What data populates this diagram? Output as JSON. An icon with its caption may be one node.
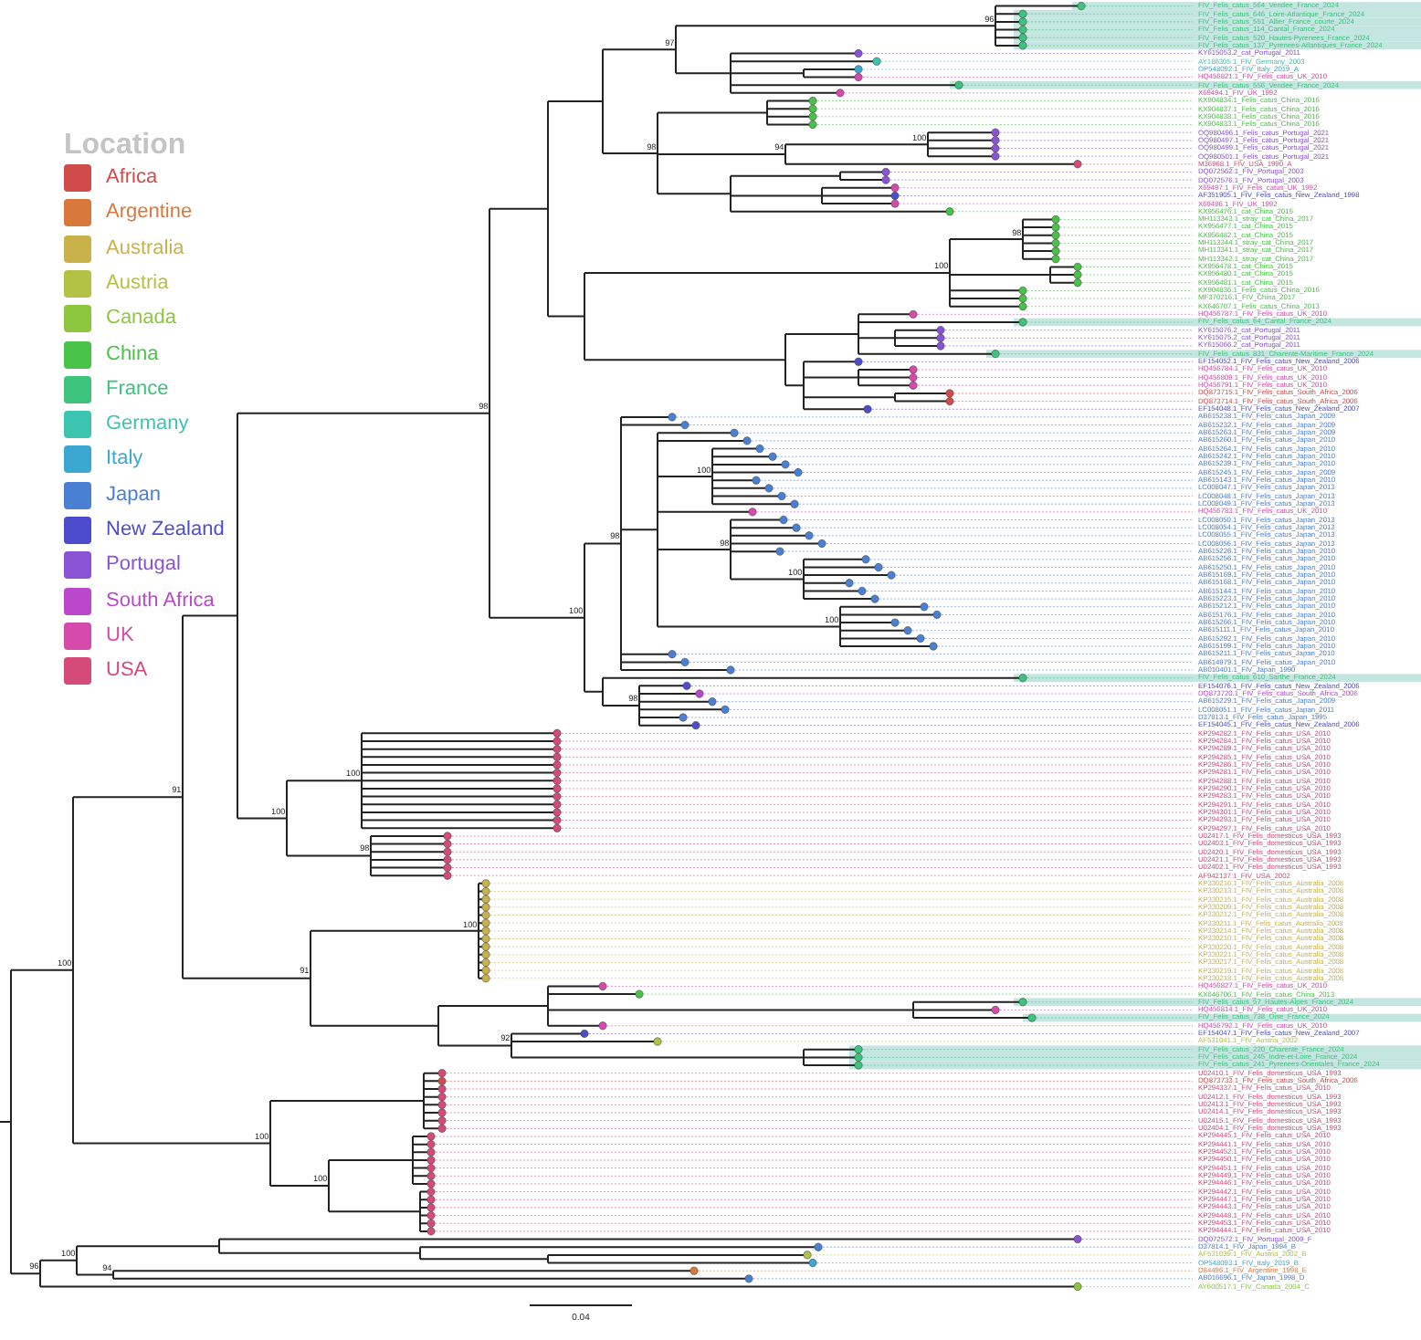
{
  "diagram": {
    "labels": [
      "Location",
      "100",
      "91",
      "98",
      "97",
      "96",
      "98",
      "94",
      "100",
      "100",
      "98",
      "100",
      "98",
      "100",
      "98",
      "100",
      "100",
      "98",
      "100",
      "100",
      "98",
      "91",
      "100",
      "92",
      "100",
      "100",
      "96",
      "100",
      "94",
      "FIV_Felis_catus_564_Vendee_France_2024",
      "FIV_Felis_catus_646_Loire-Atlantique_France_2024",
      "FIV_Felis_catus_551_Allier_France_courte_2024",
      "FIV_Felis_catus_114_Cantal_France_2024",
      "FIV_Felis_catus_520_Hautes-Pyrenees_France_2024",
      "FIV_Felis_catus_137_Pyrenees-Atlantiques_France_2024",
      "KY615053.2_cat_Portugal_2011",
      "AY186305.1_FIV_Germany_2003",
      "OP548092.1_FIV_Italy_2019_A",
      "HQ456821.1_FIV_Felis_catus_UK_2010",
      "FIV_Felis_catus_556_Vendee_France_2024",
      "X69494.1_FIV_UK_1992",
      "KX904834.1_Felis_catus_China_2016",
      "KX904837.1_Felis_catus_China_2016",
      "KX904838.1_Felis_catus_China_2016",
      "KX904833.1_Felis_catus_China_2016",
      "OQ980496.1_Felis_catus_Portugal_2021",
      "OQ980497.1_Felis_catus_Portugal_2021",
      "OQ980499.1_Felis_catus_Portugal_2021",
      "OQ980501.1_Felis_catus_Portugal_2021",
      "M36968.1_FIV_USA_1990_A",
      "DQ072562.1_FIV_Portugal_2003",
      "DQ072576.1_FIV_Portugal_2003",
      "X69497.1_FIV_Felis_catus_UK_1992",
      "AF351905.1_FIV_Felis_catus_New_Zealand_1998",
      "X69496.1_FIV_UK_1992",
      "KX956476.1_cat_China_2015",
      "MH113343.1_stray_cat_China_2017",
      "KX956477.1_cat_China_2015",
      "KX956482.1_cat_China_2015",
      "MH113344.1_stray_cat_China_2017",
      "MH113341.1_stray_cat_China_2017",
      "MH113342.1_stray_cat_China_2017",
      "KX956478.1_cat_China_2015",
      "KX956480.1_cat_China_2015",
      "KX956481.1_cat_China_2015",
      "KX904836.1_Felis_catus_China_2016",
      "MF370216.1_FIV_China_2017",
      "KX646707.1_Felis_catus_China_2013",
      "HQ456787.1_FIV_Felis_catus_UK_2010",
      "FIV_Felis_catus_64_Cantal_France_2024",
      "KY615076.2_cat_Portugal_2011",
      "KY615075.2_cat_Portugal_2011",
      "KY615066.2_cat_Portugal_2011",
      "FIV_Felis_catus_831_Charente-Maritime_France_2024",
      "EF154052.1_FIV_Felis_catus_New_Zealand_2006",
      "HQ456784.1_FIV_Felis_catus_UK_2010",
      "HQ456809.1_FIV_Felis_catus_UK_2010",
      "HQ456791.1_FIV_Felis_catus_UK_2010",
      "DQ873715.1_FIV_Felis_catus_South_Africa_2006",
      "DQ873714.1_FIV_Felis_catus_South_Africa_2006",
      "EF154048.1_FIV_Felis_catus_New_Zealand_2007",
      "AB615238.1_FIV_Felis_catus_Japan_2009",
      "AB615232.1_FIV_Felis_catus_Japan_2009",
      "AB615263.1_FIV_Felis_catus_Japan_2009",
      "AB615260.1_FIV_Felis_catus_Japan_2010",
      "AB615264.1_FIV_Felis_catus_Japan_2010",
      "AB615242.1_FIV_Felis_catus_Japan_2010",
      "AB615239.1_FIV_Felis_catus_Japan_2010",
      "AB615245.1_FIV_Felis_catus_Japan_2009",
      "AB615143.1_FIV_Felis_catus_Japan_2010",
      "LC008047.1_FIV_Felis_catus_Japan_2013",
      "LC008048.1_FIV_Felis_catus_Japan_2013",
      "LC008049.1_FIV_Felis_catus_Japan_2013",
      "HQ456783.1_FIV_Felis_catus_UK_2010",
      "LC008050.1_FIV_Felis_catus_Japan_2013",
      "LC008054.1_FIV_Felis_catus_Japan_2013",
      "LC008055.1_FIV_Felis_catus_Japan_2013",
      "LC008056.1_FIV_Felis_catus_Japan_2013",
      "AB615226.1_FIV_Felis_catus_Japan_2010",
      "AB615256.1_FIV_Felis_catus_Japan_2010",
      "AB615250.1_FIV_Felis_catus_Japan_2010",
      "AB615169.1_FIV_Felis_catus_Japan_2010",
      "AB615168.1_FIV_Felis_catus_Japan_2010",
      "AB615144.1_FIV_Felis_catus_Japan_2010",
      "AB615223.1_FIV_Felis_catus_Japan_2010",
      "AB615212.1_FIV_Felis_catus_Japan_2010",
      "AB615176.1_FIV_Felis_catus_Japan_2010",
      "AB615266.1_FIV_Felis_catus_Japan_2010",
      "AB615111.1_FIV_Felis_catus_Japan_2010",
      "AB615292.1_FIV_Felis_catus_Japan_2010",
      "AB615199.1_FIV_Felis_catus_Japan_2010",
      "AB615211.1_FIV_Felis_catus_Japan_2010",
      "AB614979.1_FIV_Felis_catus_Japan_2010",
      "AB010401.1_FIV_Japan_1990",
      "FIV_Felis_catus_610_Sarthe_France_2024",
      "EF154076.1_FIV_Felis_catus_New_Zealand_2006",
      "DQ873720.1_FIV_Felis_catus_South_Africa_2006",
      "AB615229.1_FIV_Felis_catus_Japan_2009",
      "LC008051.1_FIV_Felis_catus_Japan_2011",
      "D37813.1_FIV_Felis_catus_Japan_1995",
      "EF154045.1_FIV_Felis_catus_New_Zealand_2006",
      "KP294282.1_FIV_Felis_catus_USA_2010",
      "KP294284.1_FIV_Felis_catus_USA_2010",
      "KP294289.1_FIV_Felis_catus_USA_2010",
      "KP294285.1_FIV_Felis_catus_USA_2010",
      "KP294286.1_FIV_Felis_catus_USA_2010",
      "KP294281.1_FIV_Felis_catus_USA_2010",
      "KP294288.1_FIV_Felis_catus_USA_2010",
      "KP294290.1_FIV_Felis_catus_USA_2010",
      "KP294283.1_FIV_Felis_catus_USA_2010",
      "KP294291.1_FIV_Felis_catus_USA_2010",
      "KP294301.1_FIV_Felis_catus_USA_2010",
      "KP294293.1_FIV_Felis_catus_USA_2010",
      "KP294297.1_FIV_Felis_catus_USA_2010",
      "U02417.1_FIV_Felis_domesticus_USA_1993",
      "U02403.1_FIV_Felis_domesticus_USA_1993",
      "U02420.1_FIV_Felis_domesticus_USA_1993",
      "U02421.1_FIV_Felis_domesticus_USA_1993",
      "U02402.1_FIV_Felis_domesticus_USA_1993",
      "AF942137.1_FIV_USA_2002",
      "KP330216.1_FIV_Felis_catus_Australia_2008",
      "KP330213.1_FIV_Felis_catus_Australia_2008",
      "KP330215.1_FIV_Felis_catus_Australia_2008",
      "KP330209.1_FIV_Felis_catus_Australia_2008",
      "KP330212.1_FIV_Felis_catus_Australia_2008",
      "KP330211.1_FIV_Felis_catus_Australia_2008",
      "KP330214.1_FIV_Felis_catus_Australia_2008",
      "KP330210.1_FIV_Felis_catus_Australia_2008",
      "KP330220.1_FIV_Felis_catus_Australia_2008",
      "KP330221.1_FIV_Felis_catus_Australia_2008",
      "KP330217.1_FIV_Felis_catus_Australia_2008",
      "KP330219.1_FIV_Felis_catus_Australia_2008",
      "KP330218.1_FIV_Felis_catus_Australia_2008",
      "HQ456827.1_FIV_Felis_catus_UK_2010",
      "KX646706.1_FIV_Felis_catus_China_2013",
      "FIV_Felis_catus_57_Hautes-Alpes_France_2024",
      "HQ456814.1_FIV_Felis_catus_UK_2010",
      "FIV_Felis_catus_738_Oise_France_2024",
      "HQ456792.1_FIV_Felis_catus_UK_2010",
      "EF154047.1_FIV_Felis_catus_New_Zealand_2007",
      "AF531041.1_FIV_Austria_2002",
      "FIV_Felis_catus_220_Charente_France_2024",
      "FIV_Felis_catus_245_Indre-et-Loire_France_2024",
      "FIV_Felis_catus_241_Pyrenees-Orientales_France_2024",
      "U02410.1_FIV_Felis_domesticus_USA_1993",
      "DQ873733.1_FIV_Felis_catus_South_Africa_2006",
      "KP294337.1_FIV_Felis_catus_USA_2010",
      "U02412.1_FIV_Felis_domesticus_USA_1993",
      "U02413.1_FIV_Felis_domesticus_USA_1993",
      "U02414.1_FIV_Felis_domesticus_USA_1993",
      "U02415.1_FIV_Felis_domesticus_USA_1993",
      "U02404.1_FIV_Felis_domesticus_USA_1993",
      "KP294445.1_FIV_Felis_catus_USA_2010",
      "KP294441.1_FIV_Felis_catus_USA_2010",
      "KP294452.1_FIV_Felis_catus_USA_2010",
      "KP294450.1_FIV_Felis_catus_USA_2010",
      "KP294451.1_FIV_Felis_catus_USA_2010",
      "KP294449.1_FIV_Felis_catus_USA_2010",
      "KP294446.1_FIV_Felis_catus_USA_2010",
      "KP294442.1_FIV_Felis_catus_USA_2010",
      "KP294447.1_FIV_Felis_catus_USA_2010",
      "KP294443.1_FIV_Felis_catus_USA_2010",
      "KP294448.1_FIV_Felis_catus_USA_2010",
      "KP294453.1_FIV_Felis_catus_USA_2010",
      "KP294444.1_FIV_Felis_catus_USA_2010",
      "DQ072572.1_FIV_Portugal_2009_F",
      "D37814.1_FIV_Japan_1994_B",
      "AF531039.1_FIV_Austria_2002_B",
      "OP548093.1_FIV_Italy_2019_B",
      "D84496.1_FIV_Argentine_1998_E",
      "AB016696.1_FIV_Japan_1998_D",
      "AY600517.1_FIV_Canada_2004_C",
      "0.04"
    ],
    "legend": [
      {
        "text": "Africa",
        "color": "#d24b4b"
      },
      {
        "text": "Argentine",
        "color": "#d9783c"
      },
      {
        "text": "Australia",
        "color": "#c9b24a"
      },
      {
        "text": "Austria",
        "color": "#b3c244"
      },
      {
        "text": "Canada",
        "color": "#8cc63f"
      },
      {
        "text": "China",
        "color": "#48c248"
      },
      {
        "text": "France",
        "color": "#3cc47c"
      },
      {
        "text": "Germany",
        "color": "#3cc4b0"
      },
      {
        "text": "Italy",
        "color": "#3aa8d0"
      },
      {
        "text": "Japan",
        "color": "#4a80d4"
      },
      {
        "text": "New Zealand",
        "color": "#4c4ccc"
      },
      {
        "text": "Portugal",
        "color": "#8a52d4"
      },
      {
        "text": "South Africa",
        "color": "#bb48cc"
      },
      {
        "text": "UK",
        "color": "#d64aac"
      },
      {
        "text": "USA",
        "color": "#d44a78"
      }
    ]
  }
}
